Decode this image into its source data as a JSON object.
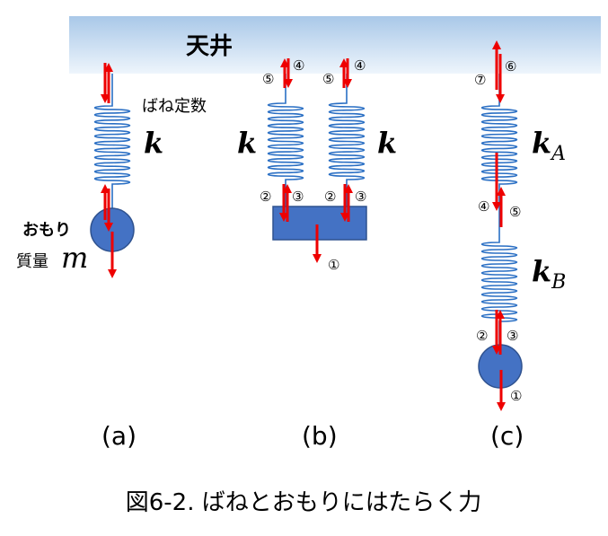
{
  "ceiling": {
    "label": "天井"
  },
  "panel_a": {
    "spring_constant_label": "ばね定数",
    "k_symbol": "k",
    "weight_label": "おもり",
    "mass_label": "質量",
    "mass_symbol": "m",
    "caption": "(a)"
  },
  "panel_b": {
    "left_k": "k",
    "right_k": "k",
    "num_1": "①",
    "left_num_2": "②",
    "left_num_3": "③",
    "left_num_4": "④",
    "left_num_5": "⑤",
    "right_num_2": "②",
    "right_num_3": "③",
    "right_num_4": "④",
    "right_num_5": "⑤",
    "caption": "(b)"
  },
  "panel_c": {
    "kA_base": "k",
    "kA_sub": "A",
    "kB_base": "k",
    "kB_sub": "B",
    "num_1": "①",
    "num_2": "②",
    "num_3": "③",
    "num_4": "④",
    "num_5": "⑤",
    "num_6": "⑥",
    "num_7": "⑦",
    "caption": "(c)"
  },
  "figure_caption": "図6-2. ばねとおもりにはたらく力",
  "colors": {
    "force_arrow": "#ee0000",
    "spring": "#2a6fc4",
    "object_fill": "#4472c4",
    "object_stroke": "#2f528f",
    "ceiling_top": "#a9c8e8",
    "ceiling_bottom": "#eef5fc"
  }
}
